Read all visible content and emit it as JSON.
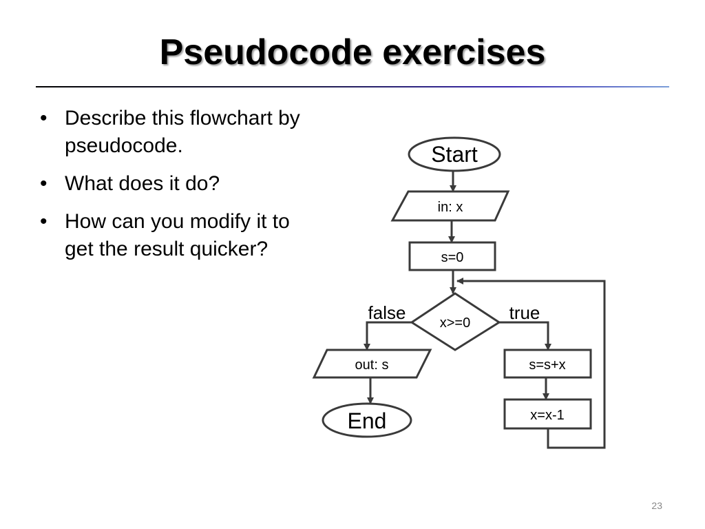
{
  "slide": {
    "title": "Pseudocode exercises",
    "page_number": "23"
  },
  "bullets": [
    {
      "line1": "Describe this flowchart by",
      "line2": "pseudocode."
    },
    {
      "line1": "What does it do?",
      "line2": ""
    },
    {
      "line1": "How can you modify it to",
      "line2": "get the result quicker?"
    }
  ],
  "flowchart": {
    "start": "Start",
    "input": "in: x",
    "init": "s=0",
    "condition": "x>=0",
    "false_label": "false",
    "true_label": "true",
    "output": "out: s",
    "accumulate": "s=s+x",
    "decrement": "x=x-1",
    "end": "End"
  }
}
